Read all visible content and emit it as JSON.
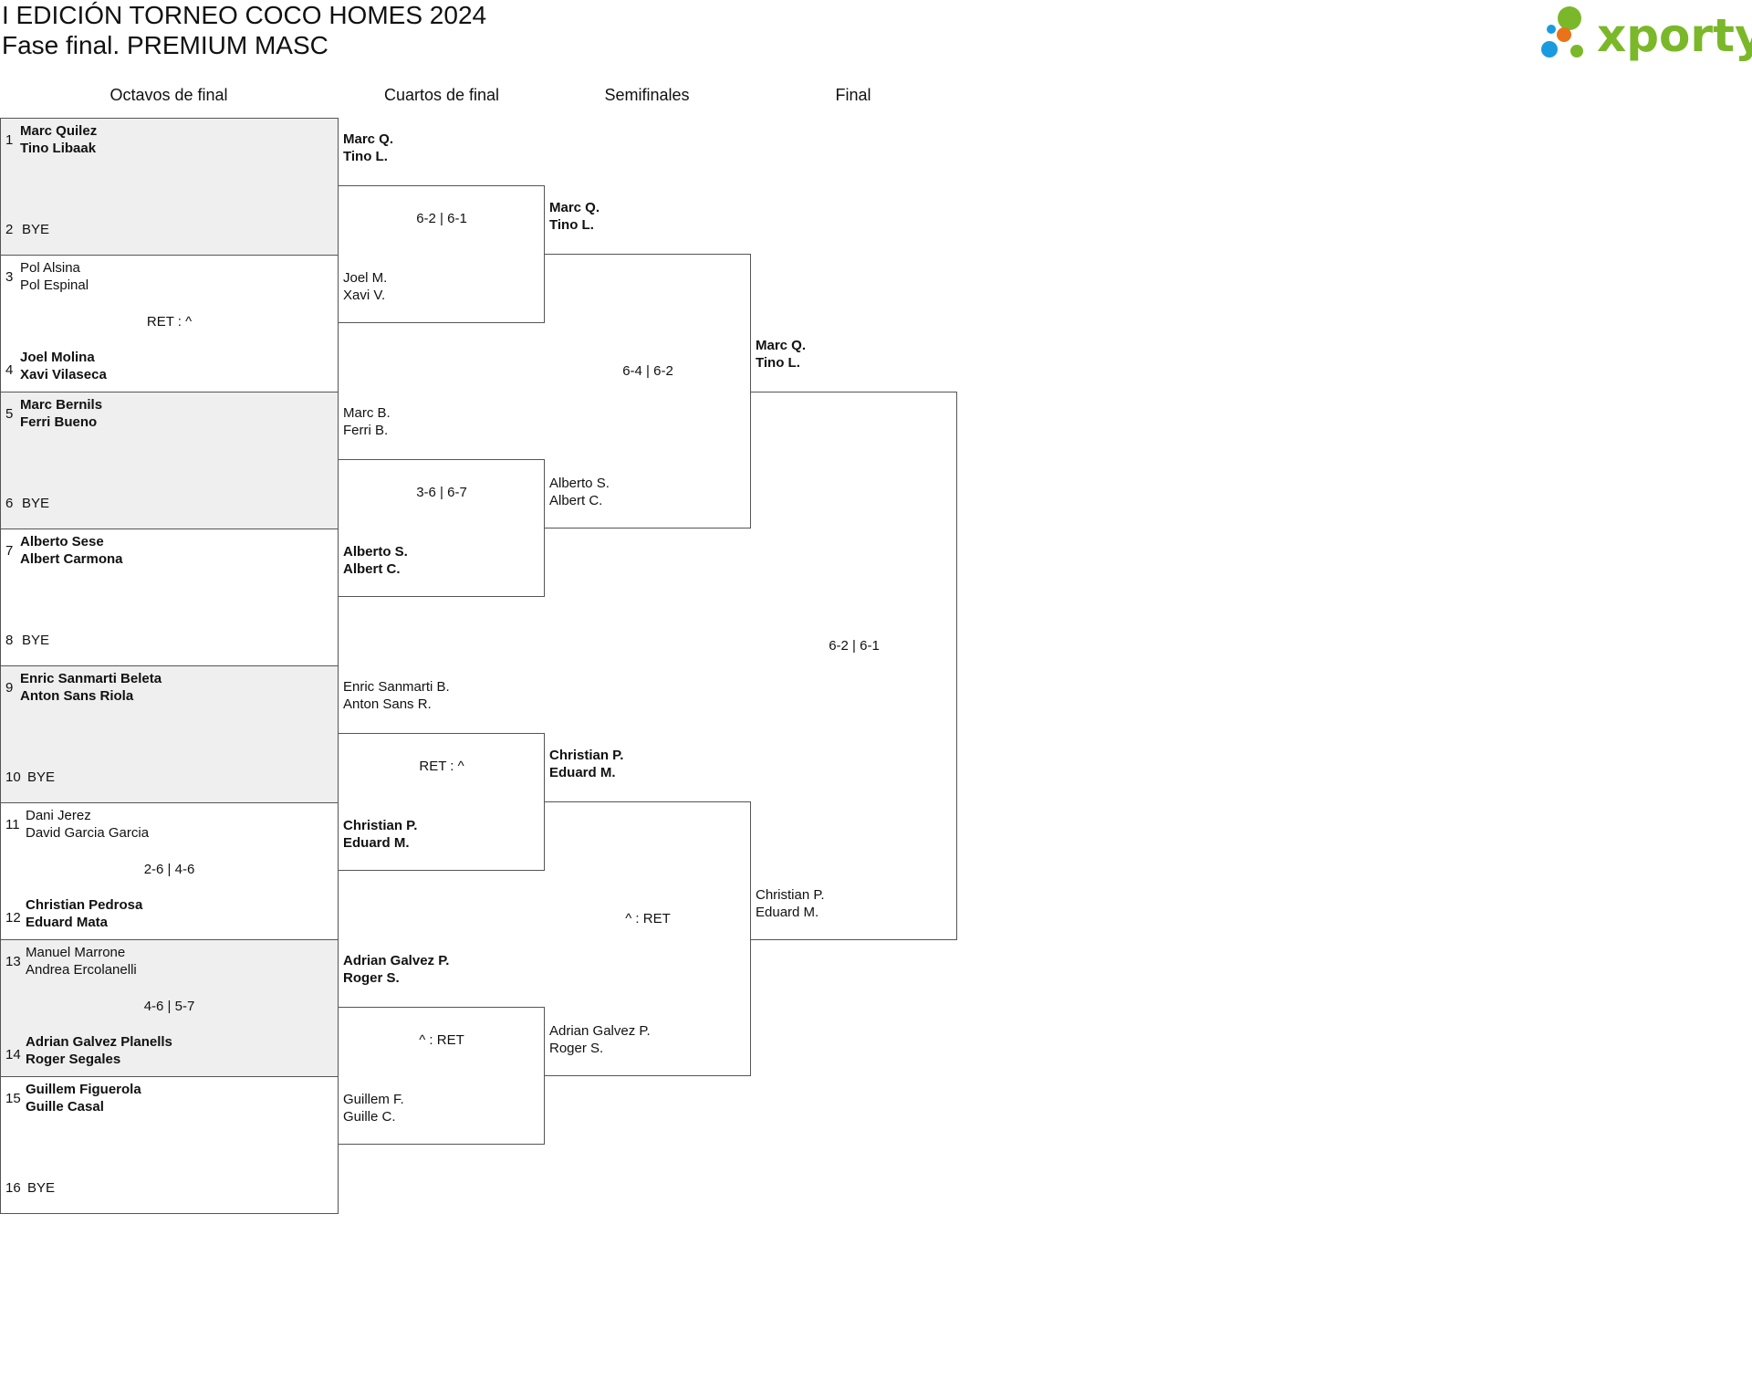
{
  "header": {
    "title": "I EDICIÓN TORNEO COCO HOMES 2024",
    "subtitle": "Fase final. PREMIUM MASC",
    "logo_text": "xporty"
  },
  "rounds": [
    "Octavos de final",
    "Cuartos de final",
    "Semifinales",
    "Final"
  ],
  "r16": [
    {
      "shaded": true,
      "top": {
        "seed": "1",
        "p1": "Marc Quilez",
        "p2": "Tino Libaak",
        "winner": true
      },
      "score": "",
      "bottom": {
        "seed": "2",
        "p1": "BYE",
        "p2": "",
        "bye": true,
        "winner": false
      }
    },
    {
      "shaded": false,
      "top": {
        "seed": "3",
        "p1": "Pol Alsina",
        "p2": "Pol Espinal",
        "winner": false
      },
      "score": "RET : ^",
      "bottom": {
        "seed": "4",
        "p1": "Joel Molina",
        "p2": "Xavi Vilaseca",
        "winner": true
      }
    },
    {
      "shaded": true,
      "top": {
        "seed": "5",
        "p1": "Marc Bernils",
        "p2": "Ferri Bueno",
        "winner": true
      },
      "score": "",
      "bottom": {
        "seed": "6",
        "p1": "BYE",
        "p2": "",
        "bye": true,
        "winner": false
      }
    },
    {
      "shaded": false,
      "top": {
        "seed": "7",
        "p1": "Alberto Sese",
        "p2": "Albert Carmona",
        "winner": true
      },
      "score": "",
      "bottom": {
        "seed": "8",
        "p1": "BYE",
        "p2": "",
        "bye": true,
        "winner": false
      }
    },
    {
      "shaded": true,
      "top": {
        "seed": "9",
        "p1": "Enric Sanmarti Beleta",
        "p2": "Anton Sans Riola",
        "winner": true
      },
      "score": "",
      "bottom": {
        "seed": "10",
        "p1": "BYE",
        "p2": "",
        "bye": true,
        "winner": false
      }
    },
    {
      "shaded": false,
      "top": {
        "seed": "11",
        "p1": "Dani Jerez",
        "p2": "David Garcia Garcia",
        "winner": false
      },
      "score": "2-6 | 4-6",
      "bottom": {
        "seed": "12",
        "p1": "Christian Pedrosa",
        "p2": "Eduard Mata",
        "winner": true
      }
    },
    {
      "shaded": true,
      "top": {
        "seed": "13",
        "p1": "Manuel Marrone",
        "p2": "Andrea Ercolanelli",
        "winner": false
      },
      "score": "4-6 | 5-7",
      "bottom": {
        "seed": "14",
        "p1": "Adrian Galvez Planells",
        "p2": "Roger Segales",
        "winner": true
      }
    },
    {
      "shaded": false,
      "top": {
        "seed": "15",
        "p1": "Guillem Figuerola",
        "p2": "Guille Casal",
        "winner": true
      },
      "score": "",
      "bottom": {
        "seed": "16",
        "p1": "BYE",
        "p2": "",
        "bye": true,
        "winner": false
      }
    }
  ],
  "qf": [
    {
      "top": {
        "p1": "Marc Q.",
        "p2": "Tino L.",
        "winner": true
      },
      "score": "6-2 | 6-1",
      "bottom": {
        "p1": "Joel M.",
        "p2": "Xavi V.",
        "winner": false
      }
    },
    {
      "top": {
        "p1": "Marc B.",
        "p2": "Ferri B.",
        "winner": false
      },
      "score": "3-6 | 6-7",
      "bottom": {
        "p1": "Alberto S.",
        "p2": "Albert C.",
        "winner": true
      }
    },
    {
      "top": {
        "p1": "Enric Sanmarti B.",
        "p2": "Anton Sans R.",
        "winner": false
      },
      "score": "RET : ^",
      "bottom": {
        "p1": "Christian P.",
        "p2": "Eduard M.",
        "winner": true
      }
    },
    {
      "top": {
        "p1": "Adrian Galvez P.",
        "p2": "Roger S.",
        "winner": true
      },
      "score": "^ : RET",
      "bottom": {
        "p1": "Guillem F.",
        "p2": "Guille C.",
        "winner": false
      }
    }
  ],
  "sf": [
    {
      "top": {
        "p1": "Marc Q.",
        "p2": "Tino L.",
        "winner": true
      },
      "score": "6-4 | 6-2",
      "bottom": {
        "p1": "Alberto S.",
        "p2": "Albert C.",
        "winner": false
      }
    },
    {
      "top": {
        "p1": "Christian P.",
        "p2": "Eduard M.",
        "winner": true
      },
      "score": "^ : RET",
      "bottom": {
        "p1": "Adrian Galvez P.",
        "p2": "Roger S.",
        "winner": false
      }
    }
  ],
  "final": [
    {
      "top": {
        "p1": "Marc Q.",
        "p2": "Tino L.",
        "winner": true
      },
      "score": "6-2 | 6-1",
      "bottom": {
        "p1": "Christian P.",
        "p2": "Eduard M.",
        "winner": false
      }
    }
  ],
  "colors": {
    "shade": "#efefef",
    "border": "#555555",
    "logo_green": "#7ab829",
    "logo_orange": "#e8731a",
    "logo_blue": "#1a9be0"
  }
}
